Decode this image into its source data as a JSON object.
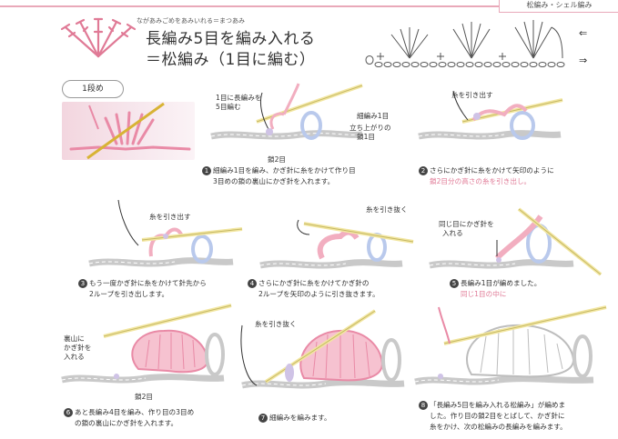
{
  "header": {
    "tab_label": "松編み・シェル編み",
    "ruby": "ながあみごめをあみいれる＝まつあみ",
    "title_line1": "長編み5目を編み入れる",
    "title_line2": "＝松編み（1目に編む）",
    "arrow_left": "⇐",
    "arrow_right": "⇒"
  },
  "row_label": "1段め",
  "steps": [
    {
      "num": "1",
      "caption_lines": [
        "細編み1目を編み、かぎ針に糸をかけて作り目",
        "3目めの鎖の裏山にかぎ針を入れます。"
      ],
      "labels": [
        "1目に長編みを",
        "5目編む",
        "細編み1目",
        "立ち上がりの",
        "鎖1目",
        "鎖2目"
      ]
    },
    {
      "num": "2",
      "caption_lines": [
        "さらにかぎ針に糸をかけて矢印のように",
        "鎖2目分の高さの糸を引き出し。"
      ],
      "labels": [
        "糸を引き出す"
      ]
    },
    {
      "num": "3",
      "caption_lines": [
        "もう一度かぎ針に糸をかけて針先から",
        "2ループを引き出します。"
      ],
      "labels": [
        "糸を引き出す"
      ]
    },
    {
      "num": "4",
      "caption_lines": [
        "さらにかぎ針に糸をかけてかぎ針の",
        "2ループを矢印のように引き抜きます。"
      ],
      "labels": [
        "糸を引き抜く"
      ]
    },
    {
      "num": "5",
      "caption_lines": [
        "長編み1目が編めました。"
      ],
      "note": "同じ1目の中に",
      "labels": [
        "同じ目にかぎ針を",
        "入れる"
      ]
    },
    {
      "num": "6",
      "caption_lines": [
        "あと長編み4目を編み、作り目の3目め",
        "の鎖の裏山にかぎ針を入れます。"
      ],
      "labels": [
        "裏山に",
        "かぎ針を",
        "入れる",
        "鎖2目"
      ]
    },
    {
      "num": "7",
      "caption_lines": [
        "細編みを編みます。"
      ],
      "labels": [
        "糸を引き抜く"
      ]
    },
    {
      "num": "8",
      "caption_lines": [
        "「長編み5目を編み入れる松編み」が編めま",
        "した。作り目の鎖2目をとばして、かぎ針に",
        "糸をかけ、次の松編みの長編みを編みます。"
      ],
      "labels": []
    }
  ],
  "colors": {
    "accent_pink": "#e07a96",
    "hook_yellow": "#f2e6a0",
    "chain_gray": "#c9c9c9",
    "shell_pink": "#f2aec0",
    "blue_loop": "#b9c9ec",
    "lavender": "#cfc3e6"
  }
}
